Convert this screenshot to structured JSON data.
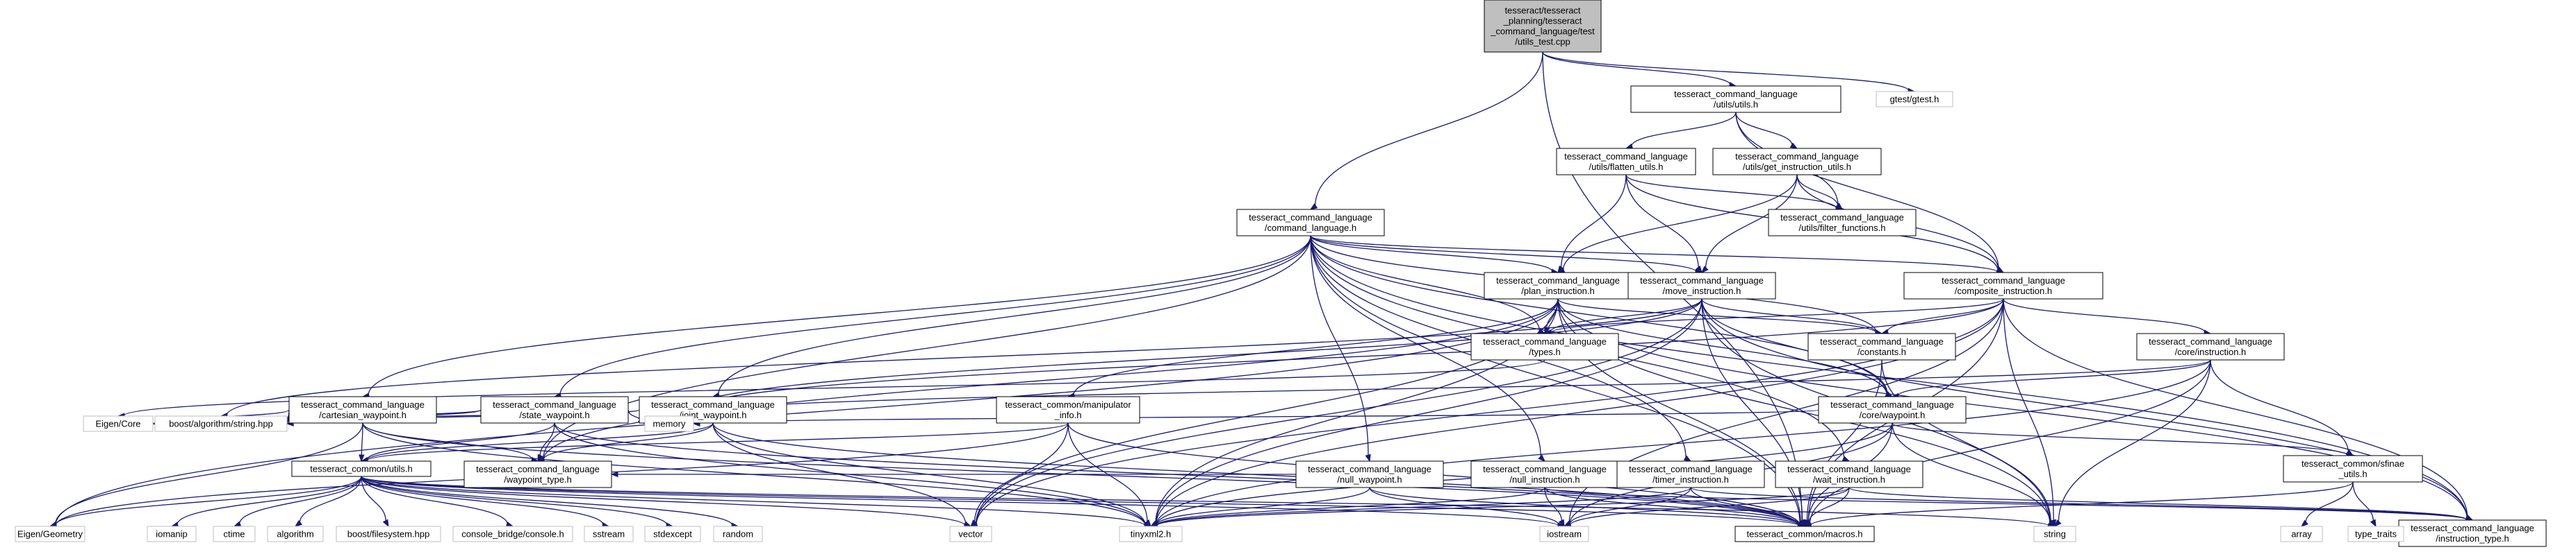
{
  "diagram": {
    "nodes": [
      {
        "id": "root",
        "lines": [
          "tesseract/tesseract",
          "_planning/tesseract",
          "_command_language/test",
          "/utils_test.cpp"
        ],
        "kind": "root"
      },
      {
        "id": "utils",
        "lines": [
          "tesseract_command_language",
          "/utils/utils.h"
        ],
        "kind": "normal"
      },
      {
        "id": "gtest",
        "lines": [
          "gtest/gtest.h"
        ],
        "kind": "ext"
      },
      {
        "id": "flatten",
        "lines": [
          "tesseract_command_language",
          "/utils/flatten_utils.h"
        ],
        "kind": "normal"
      },
      {
        "id": "getinstr",
        "lines": [
          "tesseract_command_language",
          "/utils/get_instruction_utils.h"
        ],
        "kind": "normal"
      },
      {
        "id": "cmdlang",
        "lines": [
          "tesseract_command_language",
          "/command_language.h"
        ],
        "kind": "normal"
      },
      {
        "id": "filter",
        "lines": [
          "tesseract_command_language",
          "/utils/filter_functions.h"
        ],
        "kind": "normal"
      },
      {
        "id": "plan",
        "lines": [
          "tesseract_command_language",
          "/plan_instruction.h"
        ],
        "kind": "normal"
      },
      {
        "id": "move",
        "lines": [
          "tesseract_command_language",
          "/move_instruction.h"
        ],
        "kind": "normal"
      },
      {
        "id": "composite",
        "lines": [
          "tesseract_command_language",
          "/composite_instruction.h"
        ],
        "kind": "normal"
      },
      {
        "id": "types",
        "lines": [
          "tesseract_command_language",
          "/types.h"
        ],
        "kind": "normal"
      },
      {
        "id": "constants",
        "lines": [
          "tesseract_command_language",
          "/constants.h"
        ],
        "kind": "normal"
      },
      {
        "id": "coreinstr",
        "lines": [
          "tesseract_command_language",
          "/core/instruction.h"
        ],
        "kind": "normal"
      },
      {
        "id": "cartesian",
        "lines": [
          "tesseract_command_language",
          "/cartesian_waypoint.h"
        ],
        "kind": "normal"
      },
      {
        "id": "statewp",
        "lines": [
          "tesseract_command_language",
          "/state_waypoint.h"
        ],
        "kind": "normal"
      },
      {
        "id": "jointwp",
        "lines": [
          "tesseract_command_language",
          "/joint_waypoint.h"
        ],
        "kind": "normal"
      },
      {
        "id": "manip",
        "lines": [
          "tesseract_common/manipulator",
          "_info.h"
        ],
        "kind": "normal"
      },
      {
        "id": "corewp",
        "lines": [
          "tesseract_command_language",
          "/core/waypoint.h"
        ],
        "kind": "normal"
      },
      {
        "id": "eigencore",
        "lines": [
          "Eigen/Core"
        ],
        "kind": "ext"
      },
      {
        "id": "boostalgo",
        "lines": [
          "boost/algorithm/string.hpp"
        ],
        "kind": "ext"
      },
      {
        "id": "commonutils",
        "lines": [
          "tesseract_common/utils.h"
        ],
        "kind": "normal"
      },
      {
        "id": "wptype",
        "lines": [
          "tesseract_command_language",
          "/waypoint_type.h"
        ],
        "kind": "normal"
      },
      {
        "id": "memory",
        "lines": [
          "memory"
        ],
        "kind": "ext"
      },
      {
        "id": "nullwp",
        "lines": [
          "tesseract_command_language",
          "/null_waypoint.h"
        ],
        "kind": "normal"
      },
      {
        "id": "nullinstr",
        "lines": [
          "tesseract_command_language",
          "/null_instruction.h"
        ],
        "kind": "normal"
      },
      {
        "id": "timer",
        "lines": [
          "tesseract_command_language",
          "/timer_instruction.h"
        ],
        "kind": "normal"
      },
      {
        "id": "wait",
        "lines": [
          "tesseract_command_language",
          "/wait_instruction.h"
        ],
        "kind": "normal"
      },
      {
        "id": "sfinae",
        "lines": [
          "tesseract_common/sfinae",
          "_utils.h"
        ],
        "kind": "normal"
      },
      {
        "id": "eigengeom",
        "lines": [
          "Eigen/Geometry"
        ],
        "kind": "ext"
      },
      {
        "id": "iomanip",
        "lines": [
          "iomanip"
        ],
        "kind": "ext"
      },
      {
        "id": "ctime",
        "lines": [
          "ctime"
        ],
        "kind": "ext"
      },
      {
        "id": "algorithm",
        "lines": [
          "algorithm"
        ],
        "kind": "ext"
      },
      {
        "id": "boostfs",
        "lines": [
          "boost/filesystem.hpp"
        ],
        "kind": "ext"
      },
      {
        "id": "console",
        "lines": [
          "console_bridge/console.h"
        ],
        "kind": "ext"
      },
      {
        "id": "sstream",
        "lines": [
          "sstream"
        ],
        "kind": "ext"
      },
      {
        "id": "stdexcept",
        "lines": [
          "stdexcept"
        ],
        "kind": "ext"
      },
      {
        "id": "random",
        "lines": [
          "random"
        ],
        "kind": "ext"
      },
      {
        "id": "vector",
        "lines": [
          "vector"
        ],
        "kind": "ext"
      },
      {
        "id": "tinyxml",
        "lines": [
          "tinyxml2.h"
        ],
        "kind": "ext"
      },
      {
        "id": "iostream",
        "lines": [
          "iostream"
        ],
        "kind": "ext"
      },
      {
        "id": "macros",
        "lines": [
          "tesseract_common/macros.h"
        ],
        "kind": "normal"
      },
      {
        "id": "string",
        "lines": [
          "string"
        ],
        "kind": "ext"
      },
      {
        "id": "instrtype",
        "lines": [
          "tesseract_command_language",
          "/instruction_type.h"
        ],
        "kind": "normal"
      },
      {
        "id": "array",
        "lines": [
          "array"
        ],
        "kind": "ext"
      },
      {
        "id": "typetraits",
        "lines": [
          "type_traits"
        ],
        "kind": "ext"
      }
    ],
    "edges": [
      [
        "root",
        "utils"
      ],
      [
        "root",
        "gtest"
      ],
      [
        "root",
        "cmdlang"
      ],
      [
        "root",
        "macros"
      ],
      [
        "utils",
        "flatten"
      ],
      [
        "utils",
        "getinstr"
      ],
      [
        "utils",
        "filter"
      ],
      [
        "utils",
        "composite"
      ],
      [
        "flatten",
        "plan"
      ],
      [
        "flatten",
        "move"
      ],
      [
        "flatten",
        "composite"
      ],
      [
        "flatten",
        "filter"
      ],
      [
        "getinstr",
        "filter"
      ],
      [
        "getinstr",
        "composite"
      ],
      [
        "getinstr",
        "plan"
      ],
      [
        "getinstr",
        "move"
      ],
      [
        "cmdlang",
        "composite"
      ],
      [
        "cmdlang",
        "plan"
      ],
      [
        "cmdlang",
        "move"
      ],
      [
        "cmdlang",
        "types"
      ],
      [
        "cmdlang",
        "constants"
      ],
      [
        "cmdlang",
        "cartesian"
      ],
      [
        "cmdlang",
        "statewp"
      ],
      [
        "cmdlang",
        "jointwp"
      ],
      [
        "cmdlang",
        "nullwp"
      ],
      [
        "cmdlang",
        "nullinstr"
      ],
      [
        "cmdlang",
        "timer"
      ],
      [
        "cmdlang",
        "wait"
      ],
      [
        "cmdlang",
        "macros"
      ],
      [
        "cmdlang",
        "instrtype"
      ],
      [
        "cmdlang",
        "wptype"
      ],
      [
        "cmdlang",
        "corewp"
      ],
      [
        "plan",
        "types"
      ],
      [
        "plan",
        "constants"
      ],
      [
        "plan",
        "corewp"
      ],
      [
        "plan",
        "eigengeom"
      ],
      [
        "plan",
        "vector"
      ],
      [
        "plan",
        "tinyxml"
      ],
      [
        "plan",
        "macros"
      ],
      [
        "plan",
        "string"
      ],
      [
        "plan",
        "instrtype"
      ],
      [
        "plan",
        "manip"
      ],
      [
        "plan",
        "wptype"
      ],
      [
        "move",
        "types"
      ],
      [
        "move",
        "constants"
      ],
      [
        "move",
        "corewp"
      ],
      [
        "move",
        "vector"
      ],
      [
        "move",
        "tinyxml"
      ],
      [
        "move",
        "macros"
      ],
      [
        "move",
        "string"
      ],
      [
        "move",
        "instrtype"
      ],
      [
        "move",
        "boostalgo"
      ],
      [
        "move",
        "memory"
      ],
      [
        "composite",
        "coreinstr"
      ],
      [
        "composite",
        "types"
      ],
      [
        "composite",
        "constants"
      ],
      [
        "composite",
        "vector"
      ],
      [
        "composite",
        "tinyxml"
      ],
      [
        "composite",
        "macros"
      ],
      [
        "composite",
        "string"
      ],
      [
        "composite",
        "instrtype"
      ],
      [
        "composite",
        "memory"
      ],
      [
        "composite",
        "iostream"
      ],
      [
        "types",
        "eigencore"
      ],
      [
        "constants",
        "string"
      ],
      [
        "constants",
        "macros"
      ],
      [
        "coreinstr",
        "corewp"
      ],
      [
        "coreinstr",
        "sfinae"
      ],
      [
        "coreinstr",
        "tinyxml"
      ],
      [
        "coreinstr",
        "macros"
      ],
      [
        "coreinstr",
        "string"
      ],
      [
        "coreinstr",
        "memory"
      ],
      [
        "cartesian",
        "eigengeom"
      ],
      [
        "cartesian",
        "eigencore"
      ],
      [
        "cartesian",
        "boostalgo"
      ],
      [
        "cartesian",
        "commonutils"
      ],
      [
        "cartesian",
        "wptype"
      ],
      [
        "cartesian",
        "tinyxml"
      ],
      [
        "cartesian",
        "macros"
      ],
      [
        "statewp",
        "eigencore"
      ],
      [
        "statewp",
        "boostalgo"
      ],
      [
        "statewp",
        "commonutils"
      ],
      [
        "statewp",
        "wptype"
      ],
      [
        "statewp",
        "memory"
      ],
      [
        "statewp",
        "tinyxml"
      ],
      [
        "statewp",
        "macros"
      ],
      [
        "jointwp",
        "eigencore"
      ],
      [
        "jointwp",
        "boostalgo"
      ],
      [
        "jointwp",
        "commonutils"
      ],
      [
        "jointwp",
        "wptype"
      ],
      [
        "jointwp",
        "memory"
      ],
      [
        "jointwp",
        "tinyxml"
      ],
      [
        "jointwp",
        "macros"
      ],
      [
        "jointwp",
        "vector"
      ],
      [
        "manip",
        "eigengeom"
      ],
      [
        "manip",
        "vector"
      ],
      [
        "manip",
        "tinyxml"
      ],
      [
        "manip",
        "macros"
      ],
      [
        "manip",
        "commonutils"
      ],
      [
        "corewp",
        "memory"
      ],
      [
        "corewp",
        "tinyxml"
      ],
      [
        "corewp",
        "macros"
      ],
      [
        "corewp",
        "string"
      ],
      [
        "corewp",
        "sfinae"
      ],
      [
        "corewp",
        "iostream"
      ],
      [
        "commonutils",
        "eigengeom"
      ],
      [
        "commonutils",
        "iomanip"
      ],
      [
        "commonutils",
        "ctime"
      ],
      [
        "commonutils",
        "algorithm"
      ],
      [
        "commonutils",
        "boostfs"
      ],
      [
        "commonutils",
        "console"
      ],
      [
        "commonutils",
        "sstream"
      ],
      [
        "commonutils",
        "stdexcept"
      ],
      [
        "commonutils",
        "random"
      ],
      [
        "commonutils",
        "vector"
      ],
      [
        "commonutils",
        "tinyxml"
      ],
      [
        "commonutils",
        "iostream"
      ],
      [
        "commonutils",
        "macros"
      ],
      [
        "commonutils",
        "string"
      ],
      [
        "nullwp",
        "tinyxml"
      ],
      [
        "nullwp",
        "macros"
      ],
      [
        "nullwp",
        "wptype"
      ],
      [
        "nullwp",
        "iostream"
      ],
      [
        "nullinstr",
        "tinyxml"
      ],
      [
        "nullinstr",
        "macros"
      ],
      [
        "nullinstr",
        "instrtype"
      ],
      [
        "nullinstr",
        "iostream"
      ],
      [
        "timer",
        "tinyxml"
      ],
      [
        "timer",
        "macros"
      ],
      [
        "timer",
        "instrtype"
      ],
      [
        "timer",
        "iostream"
      ],
      [
        "wait",
        "tinyxml"
      ],
      [
        "wait",
        "macros"
      ],
      [
        "wait",
        "instrtype"
      ],
      [
        "wait",
        "iostream"
      ],
      [
        "sfinae",
        "array"
      ],
      [
        "sfinae",
        "typetraits"
      ],
      [
        "sfinae",
        "macros"
      ]
    ]
  }
}
